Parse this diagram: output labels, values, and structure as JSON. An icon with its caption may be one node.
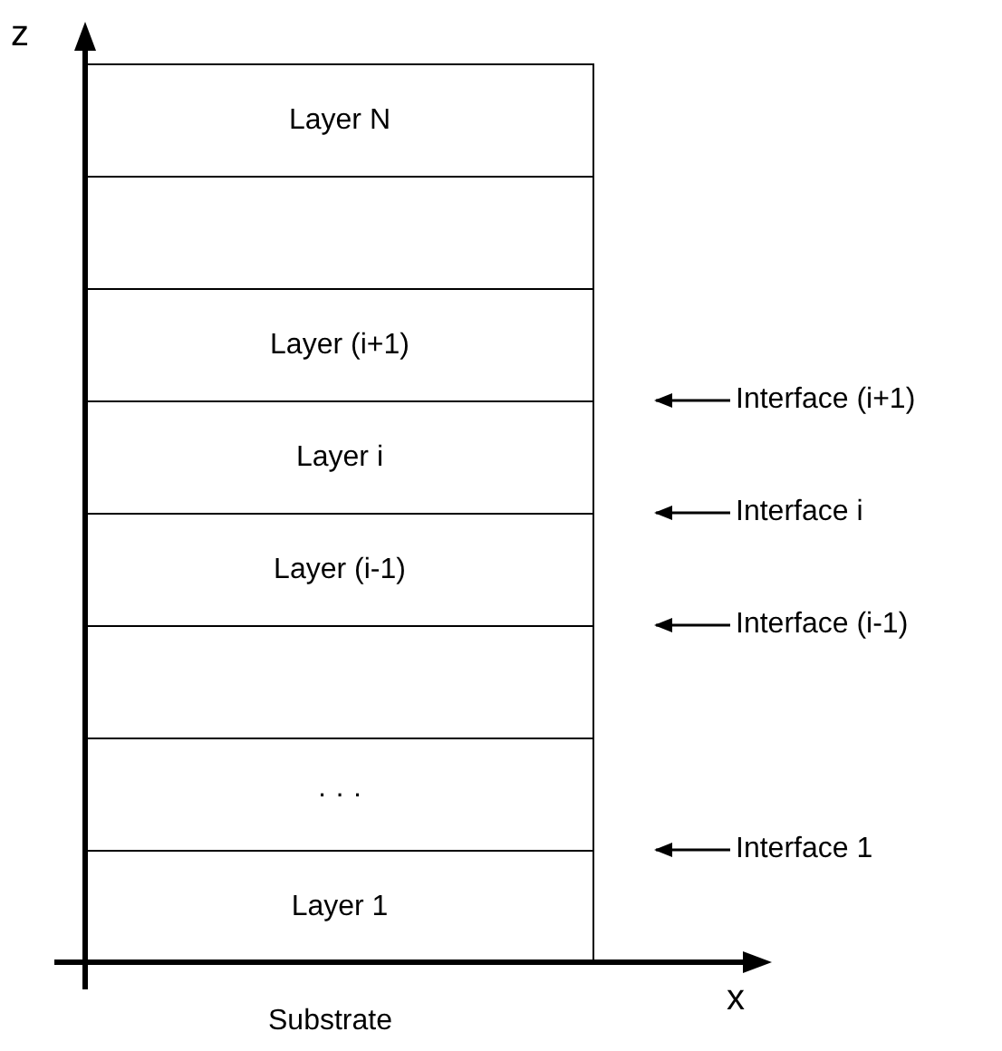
{
  "diagram": {
    "nodes": [
      {
        "text": [
          "Layer N"
        ]
      },
      {
        "text": [],
        "shape": "box"
      },
      {
        "text": [
          "Layer (i+1)"
        ]
      },
      {
        "text": [
          "Layer i"
        ]
      },
      {
        "text": [
          "Layer (i-1)"
        ]
      },
      {
        "text": [],
        "shape": "box"
      },
      {
        "text": [
          "· · ·"
        ]
      },
      {
        "text": [
          "Layer 1"
        ]
      },
      {
        "text": [
          "Interface (i+1)"
        ]
      },
      {
        "text": [
          "Interface i"
        ]
      },
      {
        "text": [
          "Interface (i-1)"
        ]
      },
      {
        "text": [
          "Interface 1"
        ]
      }
    ],
    "edges": [
      {
        "from": 8,
        "to": null,
        "arrow": "to"
      },
      {
        "from": 9,
        "to": null,
        "arrow": "to"
      },
      {
        "from": 10,
        "to": null,
        "arrow": "to"
      },
      {
        "from": 11,
        "to": null,
        "arrow": "to"
      }
    ],
    "labels": [
      "z",
      "x",
      "Substrate"
    ]
  }
}
